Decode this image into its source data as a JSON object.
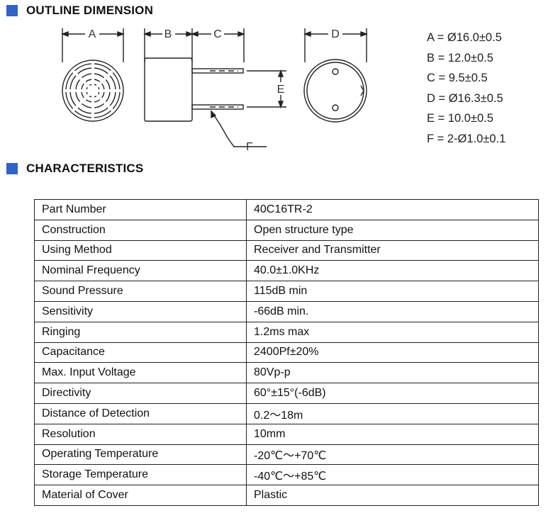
{
  "sections": {
    "outline": "OUTLINE DIMENSION",
    "characteristics": "CHARACTERISTICS"
  },
  "drawing": {
    "labels": {
      "a": "A",
      "b": "B",
      "c": "C",
      "d": "D",
      "e": "E",
      "f": "F"
    }
  },
  "specs": [
    "A = Ø16.0±0.5",
    "B = 12.0±0.5",
    "C = 9.5±0.5",
    "D = Ø16.3±0.5",
    "E = 10.0±0.5",
    "F = 2-Ø1.0±0.1"
  ],
  "characteristics": [
    {
      "key": "Part Number",
      "value": "40C16TR-2"
    },
    {
      "key": "Construction",
      "value": "Open structure type"
    },
    {
      "key": "Using Method",
      "value": "Receiver and Transmitter"
    },
    {
      "key": "Nominal Frequency",
      "value": "40.0±1.0KHz"
    },
    {
      "key": "Sound Pressure",
      "value": "115dB min"
    },
    {
      "key": "Sensitivity",
      "value": "-66dB min."
    },
    {
      "key": "Ringing",
      "value": "1.2ms max"
    },
    {
      "key": "Capacitance",
      "value": "2400Pf±20%"
    },
    {
      "key": "Max. Input Voltage",
      "value": "80Vp-p"
    },
    {
      "key": "Directivity",
      "value": "60°±15°(-6dB)"
    },
    {
      "key": "Distance of Detection",
      "value": "0.2～18m"
    },
    {
      "key": "Resolution",
      "value": "10mm"
    },
    {
      "key": "Operating Temperature",
      "value": "-20℃～+70℃"
    },
    {
      "key": "Storage Temperature",
      "value": "-40℃～+85℃"
    },
    {
      "key": "Material of Cover",
      "value": "Plastic"
    }
  ]
}
